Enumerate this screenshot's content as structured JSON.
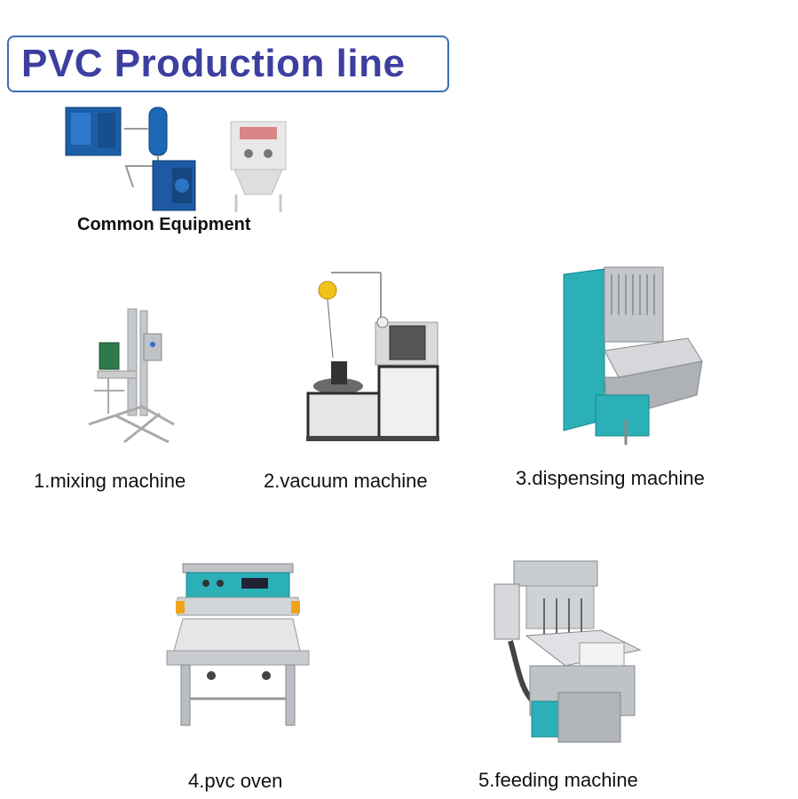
{
  "title": "PVC Production line",
  "common": {
    "label": "Common Equipment"
  },
  "machines": [
    {
      "label": "1.mixing machine"
    },
    {
      "label": "2.vacuum machine"
    },
    {
      "label": "3.dispensing machine"
    },
    {
      "label": "4.pvc oven"
    },
    {
      "label": "5.feeding machine"
    }
  ],
  "colors": {
    "title": "#3d3fa0",
    "border": "#3a6fb0",
    "machine_blue": "#1e6fb5",
    "teal": "#2bb0b8",
    "steel": "#b9bec4"
  }
}
